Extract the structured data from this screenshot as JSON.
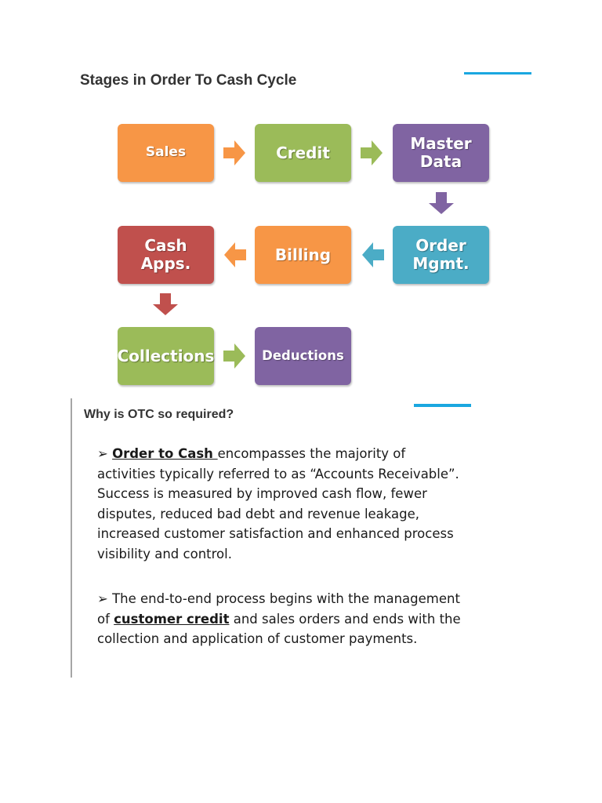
{
  "title": "Stages in Order To Cash Cycle",
  "colors": {
    "orange": "#f79646",
    "green": "#9bbb59",
    "purple": "#8064a2",
    "blue": "#4bacc6",
    "red": "#c0504d",
    "accent_line": "#1aa7e0"
  },
  "stages": {
    "sales": "Sales",
    "credit": "Credit",
    "master_data_1": "Master",
    "master_data_2": "Data",
    "order_mgmt_1": "Order",
    "order_mgmt_2": "Mgmt.",
    "billing": "Billing",
    "cash_apps": "Cash Apps.",
    "collections": "Collections",
    "deductions": "Deductions"
  },
  "section": {
    "heading": "Why is OTC so required?",
    "para1": {
      "bullet": "➢ ",
      "bold_underlined": "Order to Cash ",
      "rest": "encompasses the majority of activities typically referred to as “Accounts Receivable”.  Success is measured by improved cash flow, fewer disputes, reduced bad debt and revenue leakage, increased customer satisfaction and enhanced process visibility and control."
    },
    "para2": {
      "bullet": "➢ ",
      "before": "The end-to-end process begins with the management of ",
      "bold_underlined": "customer credit",
      "after": " and sales orders and ends with the collection and application of customer payments."
    }
  }
}
